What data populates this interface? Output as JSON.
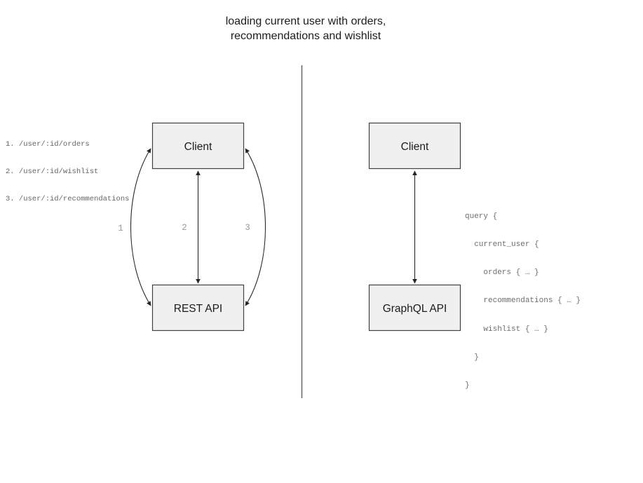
{
  "title": {
    "line1": "loading current user with orders,",
    "line2": "recommendations and wishlist"
  },
  "rest": {
    "client_label": "Client",
    "api_label": "REST API",
    "endpoints": [
      "1. /user/:id/orders",
      "2. /user/:id/wishlist",
      "3. /user/:id/recommendations"
    ],
    "arrow_labels": [
      "1",
      "2",
      "3"
    ]
  },
  "graphql": {
    "client_label": "Client",
    "api_label": "GraphQL API",
    "query_lines": [
      "query {",
      "  current_user {",
      "    orders { … }",
      "    recommendations { … }",
      "    wishlist { … }",
      "  }",
      "}"
    ]
  },
  "colors": {
    "background": "#ffffff",
    "box_fill": "#f0f0f0",
    "box_border": "#424242",
    "box_text": "#1c1c1c",
    "arrow": "#262626",
    "arrow_label": "#9a9a9a",
    "divider": "#5f5f5f",
    "endpoint_text": "#666666",
    "query_text": "#6e6e6e",
    "title_text": "#1c1c1c"
  }
}
